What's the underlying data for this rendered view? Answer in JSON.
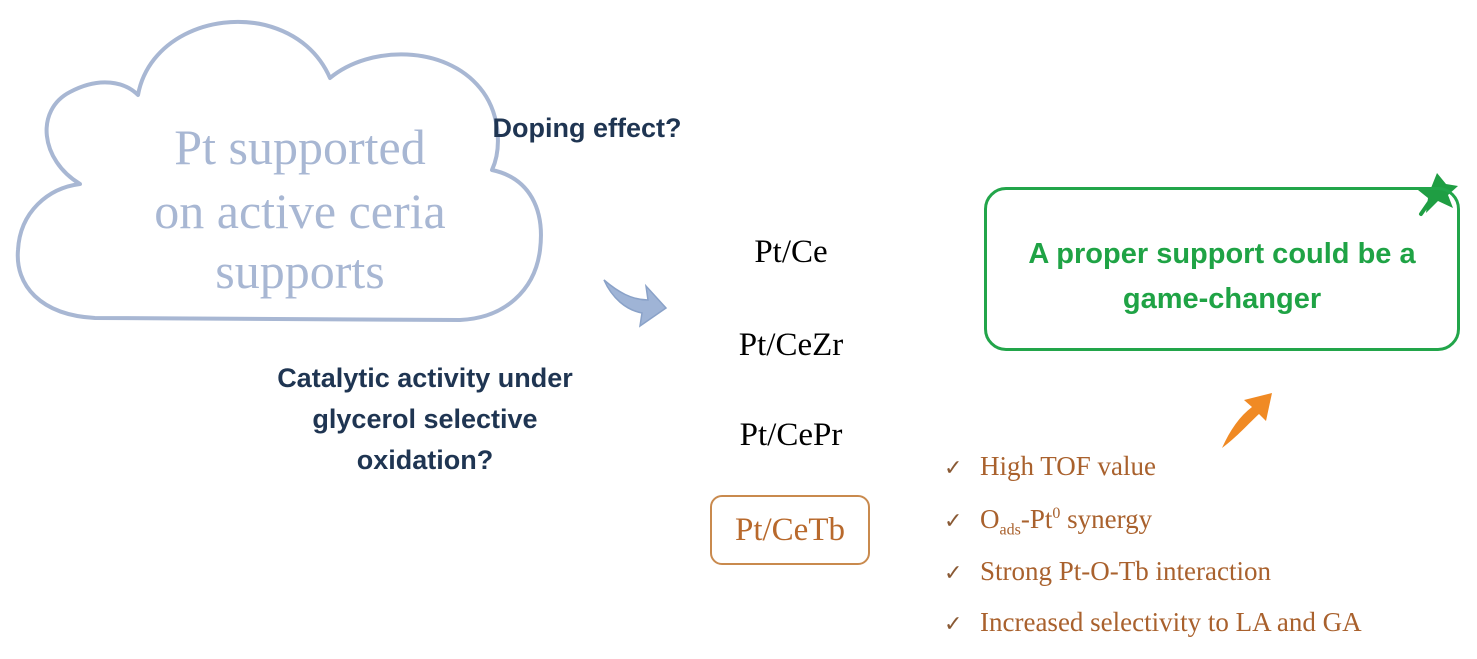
{
  "cloud": {
    "lines": [
      "Pt supported",
      "on active ceria",
      "supports"
    ],
    "color": "#a8b7d3"
  },
  "questions": {
    "doping": "Doping effect?",
    "activity": [
      "Catalytic activity under",
      "glycerol selective",
      "oxidation?"
    ]
  },
  "catalysts": [
    "Pt/Ce",
    "Pt/CeZr",
    "Pt/CePr",
    "Pt/CeTb"
  ],
  "conclusion": {
    "lines": [
      "A proper support could be a",
      "game-changer"
    ],
    "color": "#22a54a"
  },
  "findings": {
    "check_symbol": "✓",
    "items": [
      "High TOF value",
      {
        "o": "O",
        "sub": "ads",
        "mid": "-Pt",
        "sup": "0",
        "rest": " synergy"
      },
      "Strong Pt-O-Tb interaction",
      "Increased selectivity to LA and GA"
    ],
    "color": "#a9612d"
  },
  "colors": {
    "question": "#1f3552",
    "arrow_blue": "#9fb4d6",
    "arrow_orange": "#f08a24",
    "pin": "#1f9e43"
  }
}
